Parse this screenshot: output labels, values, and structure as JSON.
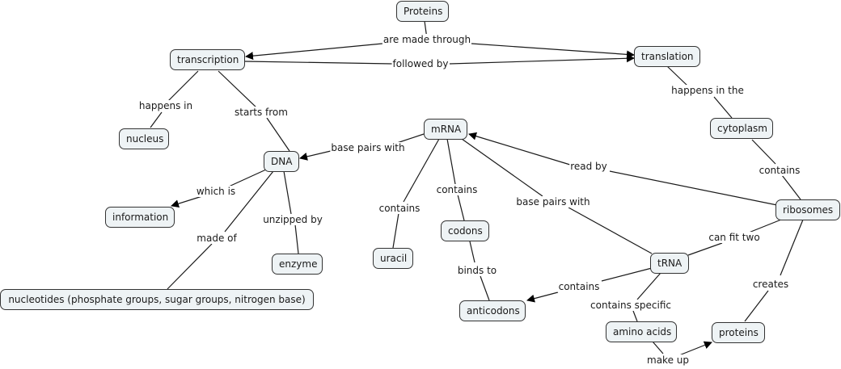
{
  "title": "Protein synthesis concept map",
  "concepts": {
    "proteins_top": "Proteins",
    "transcription": "transcription",
    "translation": "translation",
    "nucleus": "nucleus",
    "dna": "DNA",
    "mrna": "mRNA",
    "cytoplasm": "cytoplasm",
    "information": "information",
    "ribosomes": "ribosomes",
    "codons": "codons",
    "enzyme": "enzyme",
    "uracil": "uracil",
    "trna": "tRNA",
    "nucleotides": "nucleotides (phosphate groups, sugar groups, nitrogen base)",
    "anticodons": "anticodons",
    "amino_acids": "amino acids",
    "proteins_bottom": "proteins"
  },
  "links": {
    "are_made_through": "are made through",
    "followed_by": "followed by",
    "happens_in": "happens in",
    "starts_from": "starts from",
    "happens_in_the": "happens in the",
    "base_pairs_with_dna": "base pairs with",
    "which_is": "which is",
    "made_of": "made of",
    "unzipped_by": "unzipped by",
    "contains_uracil": "contains",
    "contains_codons": "contains",
    "base_pairs_with_trna": "base pairs with",
    "read_by": "read by",
    "contains_ribosomes": "contains",
    "can_fit_two": "can fit two",
    "binds_to": "binds to",
    "contains_anticodons": "contains",
    "contains_specific": "contains specific",
    "creates": "creates",
    "make_up": "make up"
  },
  "colors": {
    "node_fill": "#eef3f5",
    "node_border": "#333333",
    "line": "#1a1a1a"
  }
}
